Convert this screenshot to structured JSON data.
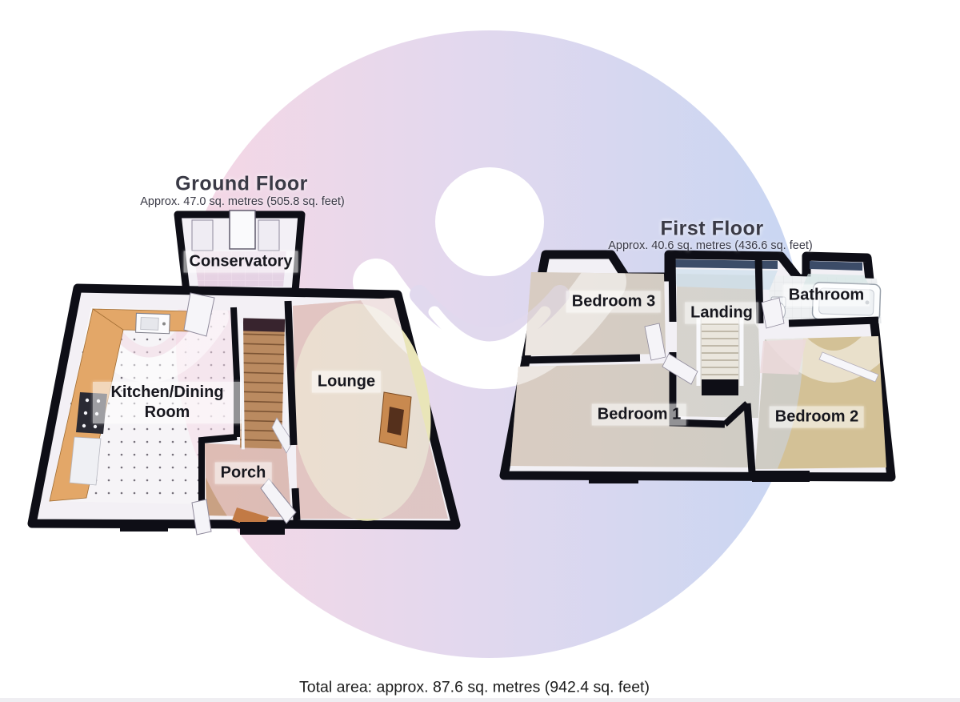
{
  "ground_floor": {
    "title": "Ground Floor",
    "area_text": "Approx. 47.0 sq. metres (505.8 sq. feet)",
    "rooms": {
      "conservatory": {
        "label": "Conservatory"
      },
      "kitchen_dining": {
        "label": "Kitchen/Dining Room"
      },
      "lounge": {
        "label": "Lounge"
      },
      "porch": {
        "label": "Porch"
      }
    }
  },
  "first_floor": {
    "title": "First Floor",
    "area_text": "Approx. 40.6 sq. metres (436.6 sq. feet)",
    "rooms": {
      "bedroom3": {
        "label": "Bedroom 3"
      },
      "landing": {
        "label": "Landing"
      },
      "bathroom": {
        "label": "Bathroom"
      },
      "bedroom1": {
        "label": "Bedroom 1"
      },
      "bedroom2": {
        "label": "Bedroom 2"
      }
    }
  },
  "footer": {
    "total_area_text": "Total area: approx. 87.6 sq. metres (942.4 sq. feet)"
  },
  "colors": {
    "wall": "#0e0e16",
    "watermark_pink": "#f6d7e4",
    "watermark_blue": "#c8d6f2",
    "watermark_figure": "#ffffff",
    "carpet_beige": "#d3c196",
    "lounge_carpet": "#d7b39c",
    "lounge_rug_cream": "#e9e5b8",
    "kitchen_counter": "#e3a768",
    "stair_wood": "#ba8a60",
    "porch_floor": "#c9a183",
    "conservatory_floor": "#d9cee1",
    "bathroom_tile": "#eef0f2",
    "window_glass": "#3c4c68"
  }
}
